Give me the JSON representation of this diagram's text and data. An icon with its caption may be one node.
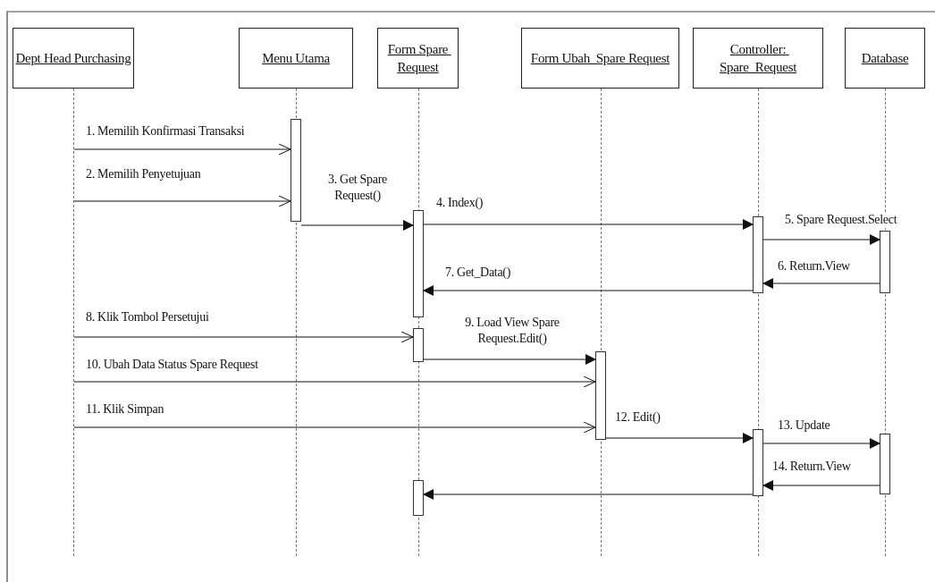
{
  "diagram": {
    "nodes": [
      {
        "text": [
          "Dept Head Purchasing"
        ]
      },
      {
        "text": [
          "Menu Utama"
        ]
      },
      {
        "text": [
          "Form Spare Request"
        ]
      },
      {
        "text": [
          "Form Ubah  Spare Request"
        ]
      },
      {
        "text": [
          "Controller: Spare_Request"
        ]
      },
      {
        "text": [
          "Database"
        ]
      },
      {
        "text": [],
        "shape": "line"
      },
      {
        "text": [],
        "shape": "line"
      },
      {
        "text": [],
        "shape": "line"
      },
      {
        "text": [],
        "shape": "line"
      },
      {
        "text": [],
        "shape": "line"
      },
      {
        "text": [],
        "shape": "line"
      },
      {
        "text": [],
        "shape": "bar"
      },
      {
        "text": [],
        "shape": "bar"
      },
      {
        "text": [],
        "shape": "bar"
      },
      {
        "text": [],
        "shape": "bar"
      },
      {
        "text": [],
        "shape": "bar"
      },
      {
        "text": [],
        "shape": "bar"
      },
      {
        "text": [],
        "shape": "bar"
      },
      {
        "text": [],
        "shape": "bar"
      },
      {
        "text": [],
        "shape": "bar"
      }
    ],
    "edges": [
      {
        "from": 6,
        "to": 12,
        "arrow": "to",
        "label": "1. Memilih Konfirmasi Transaksi"
      },
      {
        "from": 6,
        "to": 12,
        "arrow": "to",
        "label": "2. Memilih Penyetujuan"
      },
      {
        "from": 12,
        "to": 13,
        "arrow": "to",
        "label": "3. Get Spare Request()"
      },
      {
        "from": 13,
        "to": 14,
        "arrow": "to",
        "label": "4. Index()"
      },
      {
        "from": 14,
        "to": 15,
        "arrow": "to",
        "label": "5. Spare Request.Select"
      },
      {
        "from": 15,
        "to": 14,
        "arrow": "to",
        "label": "6. Return.View"
      },
      {
        "from": 14,
        "to": 13,
        "arrow": "to",
        "label": "7. Get_Data()"
      },
      {
        "from": 6,
        "to": 16,
        "arrow": "to",
        "label": "8. Klik Tombol Persetujui"
      },
      {
        "from": 16,
        "to": 17,
        "arrow": "to",
        "label": "9. Load View Spare Request.Edit()"
      },
      {
        "from": 6,
        "to": 17,
        "arrow": "to",
        "label": "10. Ubah Data Status Spare Request"
      },
      {
        "from": 6,
        "to": 17,
        "arrow": "to",
        "label": "11. Klik Simpan"
      },
      {
        "from": 17,
        "to": 18,
        "arrow": "to",
        "label": "12. Edit()"
      },
      {
        "from": 18,
        "to": 19,
        "arrow": "to",
        "label": "13. Update"
      },
      {
        "from": 19,
        "to": 18,
        "arrow": "to",
        "label": "14. Return.View"
      },
      {
        "from": 18,
        "to": 20,
        "arrow": "to"
      }
    ]
  }
}
